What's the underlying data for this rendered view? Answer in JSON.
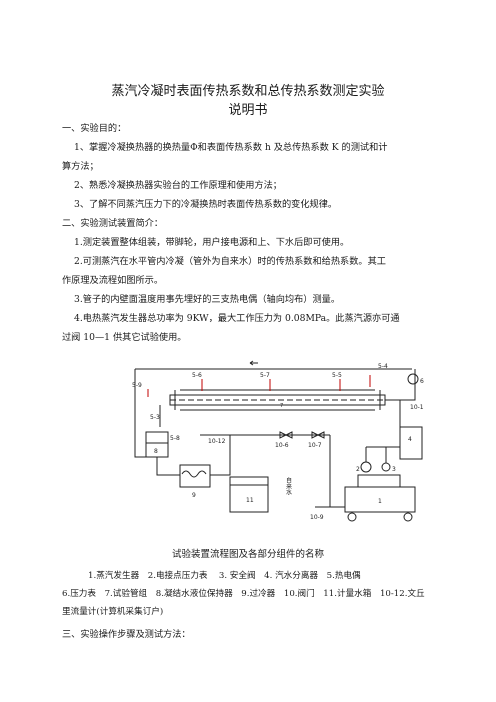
{
  "doc": {
    "title": "蒸汽冷凝时表面传热系数和总传热系数测定实验",
    "subtitle": "说明书",
    "sec1": "一、实验目的：",
    "p1a": "1、掌握冷凝换热器的换热量Φ和表面传热系数 h 及总传热系数 K 的测试和计",
    "p1b": "算方法；",
    "p2": "2、熟悉冷凝换热器实验台的工作原理和使用方法；",
    "p3": "3、了解不同蒸汽压力下的冷凝换热时表面传热系数的变化规律。",
    "sec2": "二、实验测试装置简介：",
    "q1": "1.测定装置整体组装，带脚轮，用户接电源和上、下水后即可使用。",
    "q2a": "2.可测蒸汽在水平管内冷凝（管外为自来水）时的传热系数和给热系数。其工",
    "q2b": "作原理及流程如图所示。",
    "q3": "3.管子的内壁面温度用事先埋好的三支热电偶（轴向均布）测量。",
    "q4a": "4.电热蒸汽发生器总功率为 9KW，最大工作压力为 0.08MPa。此蒸汽源亦可通",
    "q4b": "过阀 10—1 供其它试验使用。",
    "caption": "试验装置流程图及各部分组件的名称",
    "legend1": "1.蒸汽发生器　2.电接点压力表　 3. 安全阀　4. 汽水分离器　5.热电偶",
    "legend2": "6.压力表　7.试验管组　8.凝结水液位保持器　9.过冷器　10.阀门　11.计量水箱　10-12.文丘",
    "legend3": "里流量计(计算机采集订户)",
    "sec3": "三、实验操作步骤及测试方法："
  },
  "diagram": {
    "labels": {
      "l54": "5-4",
      "l56": "5-6",
      "l57": "5-7",
      "l55": "5-5",
      "l59": "5-9",
      "l53": "5-3",
      "l58": "5-8",
      "l6": "6",
      "l101": "10-1",
      "l4": "4",
      "l1012": "10-12",
      "l106": "10-6",
      "l107": "10-7",
      "l8": "8",
      "l9": "9",
      "l11": "11",
      "l1": "1",
      "l2": "2",
      "l3": "3",
      "l109": "10-9",
      "l7": "7",
      "tap": "自来水"
    }
  }
}
